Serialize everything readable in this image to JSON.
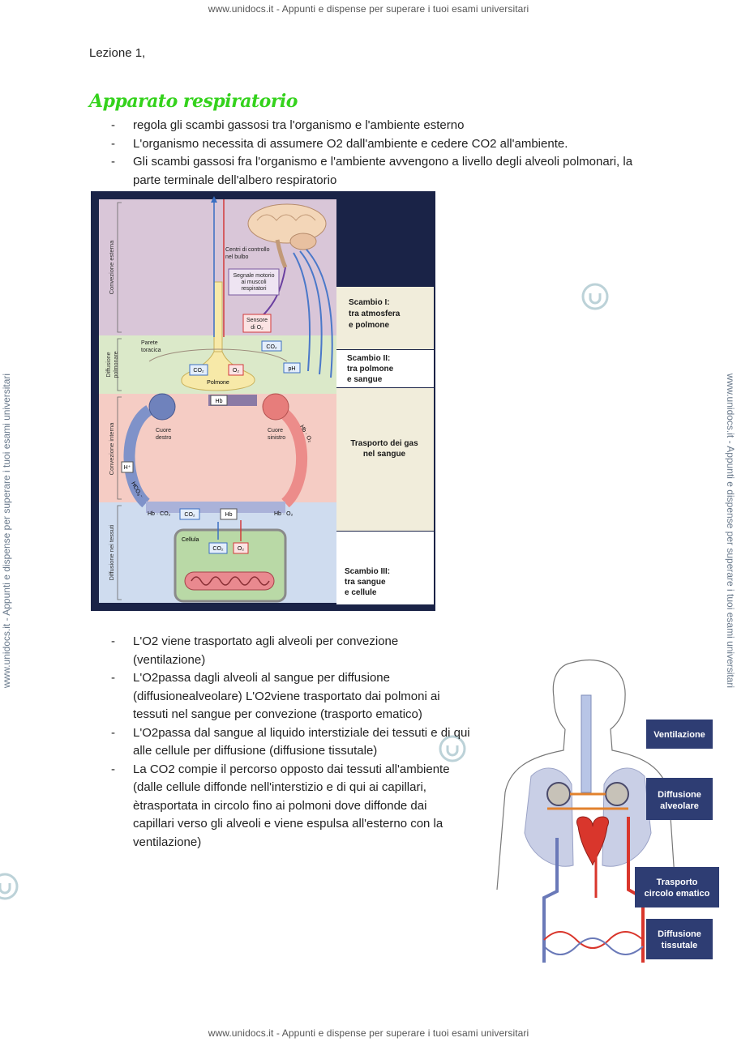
{
  "header": {
    "text": "www.unidocs.it - Appunti e dispense per superare i tuoi esami universitari"
  },
  "footer": {
    "text": "www.unidocs.it - Appunti e dispense per superare i tuoi esami universitari"
  },
  "side_watermark": {
    "text": "www.unidocs.it - Appunti e dispense per superare i tuoi esami universitari"
  },
  "lesson": "Lezione 1,",
  "title": "Apparato respiratorio",
  "intro_items": [
    "regola gli scambi gassosi tra l'organismo e l'ambiente esterno",
    " L'organismo necessita di assumere O2 dall'ambiente e cedere CO2 all'ambiente.",
    "Gli scambi gassosi fra l'organismo e l'ambiente avvengono a livello degli alveoli polmonari, la parte terminale dell'albero respiratorio"
  ],
  "diagram1": {
    "zones": [
      "Convezione esterna",
      "Diffusione polmonare",
      "Convezione interna",
      "Diffusione nei tessuti"
    ],
    "labels": {
      "centri": [
        "Centri di controllo",
        "nel bulbo"
      ],
      "segnale": [
        "Segnale motorio",
        "ai muscoli",
        "respiratori"
      ],
      "sensore_a": "Sensore",
      "sensore_b": "di O₂",
      "parete": [
        "Parete",
        "toracica"
      ],
      "polmone": "Polmone",
      "co2": "CO₂",
      "o2": "O₂",
      "ph": "pH",
      "hb": "Hb",
      "hbo2": "Hb · O₂",
      "hbco2": "Hb · CO₂",
      "hplus": "H⁺",
      "hco3": "HCO₃⁻",
      "cuore_destro": [
        "Cuore",
        "destro"
      ],
      "cuore_sinistro": [
        "Cuore",
        "sinistro"
      ],
      "cellula": "Cellula"
    },
    "panels": [
      [
        "Scambio I:",
        "tra atmosfera",
        "e polmone"
      ],
      [
        "Scambio II:",
        "tra polmone",
        "e sangue"
      ],
      [
        "Trasporto dei gas",
        "nel sangue"
      ],
      [
        "Scambio III:",
        "tra sangue",
        "e cellule"
      ]
    ]
  },
  "detail_items": [
    "L'O2 viene trasportato agli alveoli per convezione (ventilazione)",
    "L'O2passa dagli alveoli al sangue per diffusione (diffusionealveolare) L'O2viene trasportato dai polmoni ai tessuti nel sangue per convezione (trasporto ematico)",
    "L'O2passa dal sangue al liquido interstiziale dei tessuti e di qui alle cellule per diffusione (diffusione tissutale)",
    "La CO2 compie il percorso opposto dai tessuti all'ambiente (dalle cellule diffonde nell'interstizio e di qui ai capillari, ètrasportata in circolo fino ai polmoni dove diffonde dai capillari verso gli alveoli e viene espulsa all'esterno con la ventilazione)"
  ],
  "diagram2": {
    "boxes": [
      [
        "Ventilazione"
      ],
      [
        "Diffusione",
        "alveolare"
      ],
      [
        "Trasporto",
        "circolo ematico"
      ],
      [
        "Diffusione",
        "tissutale"
      ]
    ]
  },
  "colors": {
    "title": "#34d21c",
    "navy": "#1a2347",
    "box_navy": "#2e3d73",
    "zone_external": "#d9c6d8",
    "zone_pulmonary": "#dbe9c9",
    "zone_internal": "#f5ccc4",
    "zone_tissue": "#cfdcef",
    "panel_cream": "#f1eddb"
  }
}
